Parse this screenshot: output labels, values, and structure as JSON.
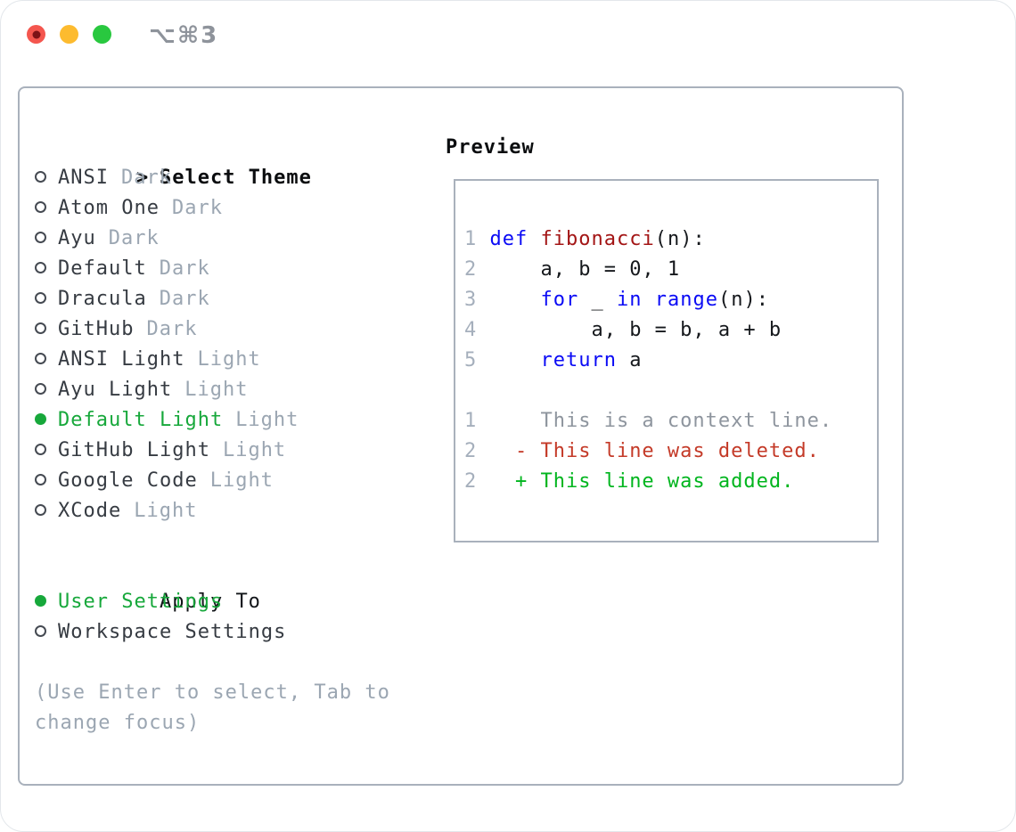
{
  "window": {
    "title": "⌥⌘3"
  },
  "theme_picker": {
    "header_prefix": ">",
    "header": "Select Theme",
    "items": [
      {
        "name": "ANSI",
        "variant": "Dark",
        "selected": false
      },
      {
        "name": "Atom One",
        "variant": "Dark",
        "selected": false
      },
      {
        "name": "Ayu",
        "variant": "Dark",
        "selected": false
      },
      {
        "name": "Default",
        "variant": "Dark",
        "selected": false
      },
      {
        "name": "Dracula",
        "variant": "Dark",
        "selected": false
      },
      {
        "name": "GitHub",
        "variant": "Dark",
        "selected": false
      },
      {
        "name": "ANSI Light",
        "variant": "Light",
        "selected": false
      },
      {
        "name": "Ayu Light",
        "variant": "Light",
        "selected": false
      },
      {
        "name": "Default Light",
        "variant": "Light",
        "selected": true
      },
      {
        "name": "GitHub Light",
        "variant": "Light",
        "selected": false
      },
      {
        "name": "Google Code",
        "variant": "Light",
        "selected": false
      },
      {
        "name": "XCode",
        "variant": "Light",
        "selected": false
      }
    ],
    "apply_to": {
      "header": "Apply To",
      "options": [
        {
          "name": "User Settings",
          "selected": true
        },
        {
          "name": "Workspace Settings",
          "selected": false
        }
      ]
    },
    "hint_lines": [
      "(Use Enter to select, Tab to",
      "change focus)"
    ]
  },
  "preview": {
    "header": "Preview",
    "lines": [
      {
        "kind": "code",
        "tokens": [
          {
            "c": "ln",
            "t": "1"
          },
          {
            "c": "plain",
            "t": " "
          },
          {
            "c": "kw",
            "t": "def"
          },
          {
            "c": "plain",
            "t": " "
          },
          {
            "c": "fn",
            "t": "fibonacci"
          },
          {
            "c": "plain",
            "t": "(n):"
          }
        ]
      },
      {
        "kind": "code",
        "tokens": [
          {
            "c": "ln",
            "t": "2"
          },
          {
            "c": "plain",
            "t": "     a, b = 0, 1"
          }
        ]
      },
      {
        "kind": "code",
        "tokens": [
          {
            "c": "ln",
            "t": "3"
          },
          {
            "c": "plain",
            "t": "     "
          },
          {
            "c": "kw",
            "t": "for"
          },
          {
            "c": "plain",
            "t": " _ "
          },
          {
            "c": "kw",
            "t": "in"
          },
          {
            "c": "plain",
            "t": " "
          },
          {
            "c": "kw",
            "t": "range"
          },
          {
            "c": "plain",
            "t": "(n):"
          }
        ]
      },
      {
        "kind": "code",
        "tokens": [
          {
            "c": "ln",
            "t": "4"
          },
          {
            "c": "plain",
            "t": "         a, b = b, a + b"
          }
        ]
      },
      {
        "kind": "code",
        "tokens": [
          {
            "c": "ln",
            "t": "5"
          },
          {
            "c": "plain",
            "t": "     "
          },
          {
            "c": "kw",
            "t": "return"
          },
          {
            "c": "plain",
            "t": " a"
          }
        ]
      },
      {
        "kind": "blank",
        "tokens": []
      },
      {
        "kind": "diff-context",
        "tokens": [
          {
            "c": "ln",
            "t": "1"
          },
          {
            "c": "ctx",
            "t": "     This is a context line."
          }
        ]
      },
      {
        "kind": "diff-deleted",
        "tokens": [
          {
            "c": "ln",
            "t": "2"
          },
          {
            "c": "del",
            "t": "   - This line was deleted."
          }
        ]
      },
      {
        "kind": "diff-added",
        "tokens": [
          {
            "c": "ln",
            "t": "2"
          },
          {
            "c": "add",
            "t": "   + This line was added."
          }
        ]
      }
    ]
  },
  "colors": {
    "accent_green": "#17a83b",
    "diff_added_green": "#00b51e",
    "diff_deleted_red": "#c43a28",
    "keyword_blue": "#0b0bf5",
    "function_red": "#a31515",
    "muted_gray": "#9ba6b2",
    "line_number_gray": "#a5afbc",
    "context_gray": "#8e959e",
    "text_dark": "#363b42",
    "code_text": "#15181c",
    "panel_border": "#a9b1bc",
    "header_black": "#0b0d0f",
    "traffic_red": "#f4564e",
    "traffic_red_dot": "#7d1216",
    "traffic_yellow": "#fdbb2f",
    "traffic_green": "#29c83f",
    "title_gray": "#8e939b"
  }
}
